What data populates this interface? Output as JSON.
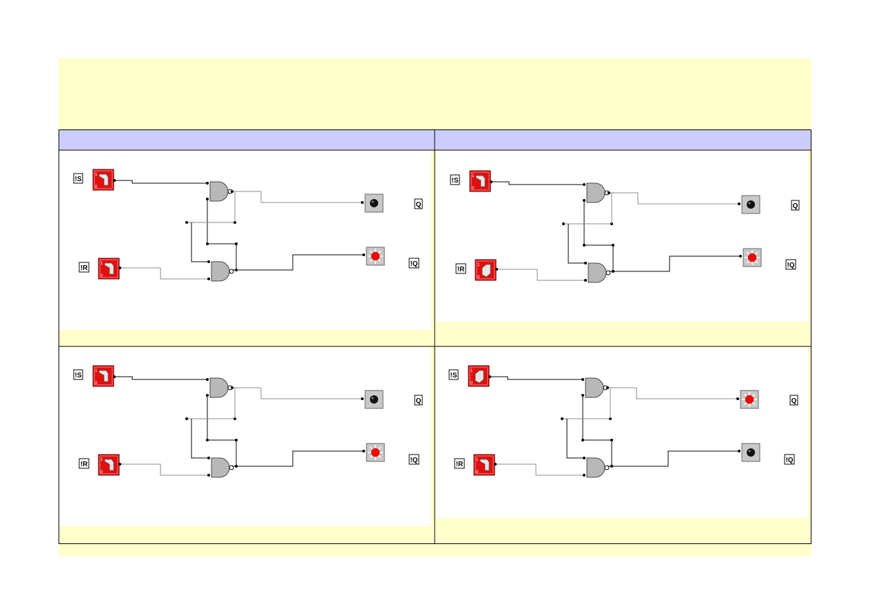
{
  "header_row": [
    "",
    ""
  ],
  "circuits": [
    {
      "name": "circuit-top-left",
      "inputs": {
        "s": {
          "label": "!S",
          "state": 1
        },
        "r": {
          "label": "!R",
          "state": 1
        }
      },
      "outputs": {
        "q": {
          "label": "Q",
          "on": false
        },
        "nq": {
          "label": "!Q",
          "on": true
        }
      }
    },
    {
      "name": "circuit-top-right",
      "inputs": {
        "s": {
          "label": "!S",
          "state": 1
        },
        "r": {
          "label": "!R",
          "state": 0
        }
      },
      "outputs": {
        "q": {
          "label": "Q",
          "on": false
        },
        "nq": {
          "label": "!Q",
          "on": true
        }
      }
    },
    {
      "name": "circuit-bottom-left",
      "inputs": {
        "s": {
          "label": "!S",
          "state": 1
        },
        "r": {
          "label": "!R",
          "state": 1
        }
      },
      "outputs": {
        "q": {
          "label": "Q",
          "on": false
        },
        "nq": {
          "label": "!Q",
          "on": true
        }
      }
    },
    {
      "name": "circuit-bottom-right",
      "inputs": {
        "s": {
          "label": "!S",
          "state": 0
        },
        "r": {
          "label": "!R",
          "state": 1
        }
      },
      "outputs": {
        "q": {
          "label": "Q",
          "on": true
        },
        "nq": {
          "label": "!Q",
          "on": false
        }
      }
    }
  ],
  "colors": {
    "slide_background": "#ffffcc",
    "header_fill": "#ccccff",
    "switch_red": "#e01010",
    "gate_gray": "#b8b8b8",
    "led_on": "#ff0000",
    "led_off": "#111111"
  }
}
